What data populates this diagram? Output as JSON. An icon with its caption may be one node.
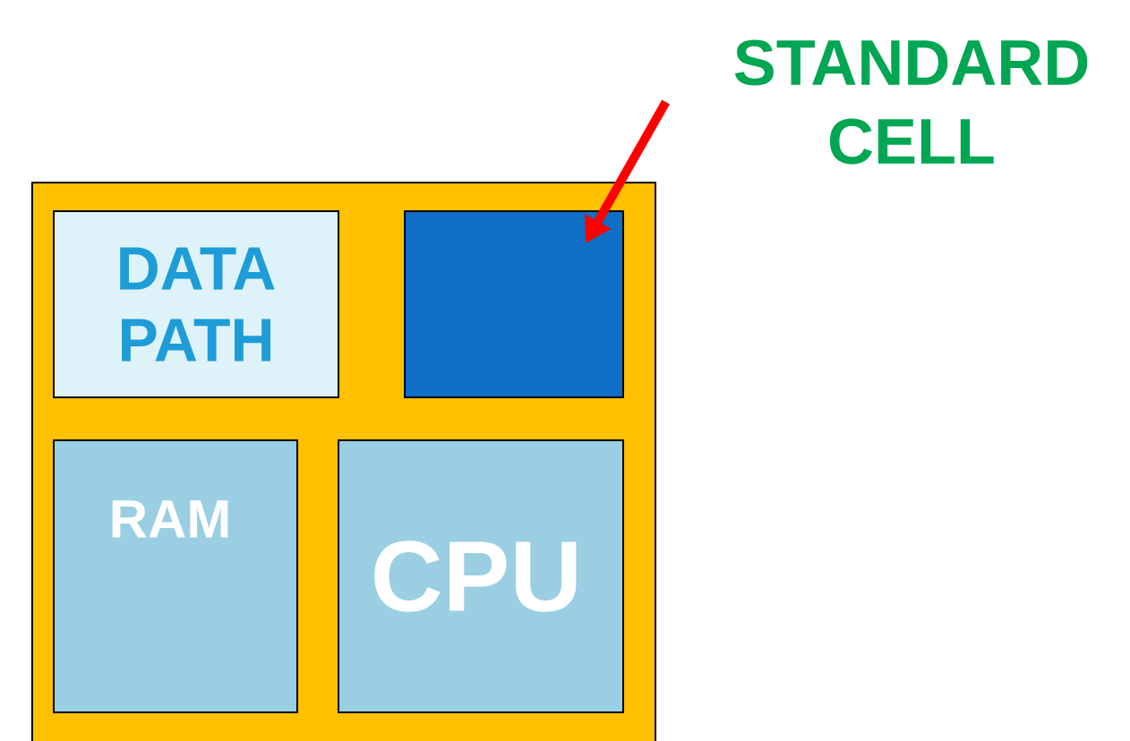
{
  "diagram": {
    "nodes": [
      {
        "text": [],
        "shape": "box"
      },
      {
        "text": [
          "DATA PATH"
        ],
        "in": 0
      },
      {
        "text": [],
        "shape": "box",
        "in": 0
      },
      {
        "text": [
          "RAM"
        ],
        "in": 0
      },
      {
        "text": [
          "CPU"
        ],
        "in": 0
      },
      {
        "text": [
          "STANDARD CELL"
        ]
      }
    ],
    "edges": [
      {
        "from": 5,
        "to": 2,
        "arrow": "to",
        "color": "#ff0000"
      }
    ]
  }
}
